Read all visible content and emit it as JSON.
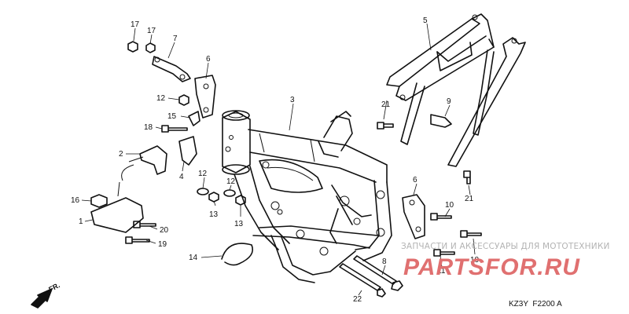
{
  "callouts": [
    {
      "id": "17a",
      "text": "17"
    },
    {
      "id": "17b",
      "text": "17"
    },
    {
      "id": "7",
      "text": "7"
    },
    {
      "id": "6a",
      "text": "6"
    },
    {
      "id": "12a",
      "text": "12"
    },
    {
      "id": "15",
      "text": "15"
    },
    {
      "id": "18",
      "text": "18"
    },
    {
      "id": "2",
      "text": "2"
    },
    {
      "id": "4",
      "text": "4"
    },
    {
      "id": "16",
      "text": "16"
    },
    {
      "id": "1",
      "text": "1"
    },
    {
      "id": "20",
      "text": "20"
    },
    {
      "id": "19",
      "text": "19"
    },
    {
      "id": "12b",
      "text": "12"
    },
    {
      "id": "13a",
      "text": "13"
    },
    {
      "id": "12c",
      "text": "12"
    },
    {
      "id": "13b",
      "text": "13"
    },
    {
      "id": "14",
      "text": "14"
    },
    {
      "id": "3",
      "text": "3"
    },
    {
      "id": "5",
      "text": "5"
    },
    {
      "id": "21a",
      "text": "21"
    },
    {
      "id": "9",
      "text": "9"
    },
    {
      "id": "21b",
      "text": "21"
    },
    {
      "id": "6b",
      "text": "6"
    },
    {
      "id": "10a",
      "text": "10"
    },
    {
      "id": "10b",
      "text": "10"
    },
    {
      "id": "8",
      "text": "8"
    },
    {
      "id": "11",
      "text": "11"
    },
    {
      "id": "22",
      "text": "22"
    }
  ],
  "direction_label": "FR.",
  "watermark": {
    "caption": "ЗАПЧАСТИ И АКСЕССУАРЫ ДЛЯ МОТОТЕХНИКИ",
    "brand": "PARTSFOR.RU"
  },
  "diagram_code": "KZ3Y  F2200 A"
}
